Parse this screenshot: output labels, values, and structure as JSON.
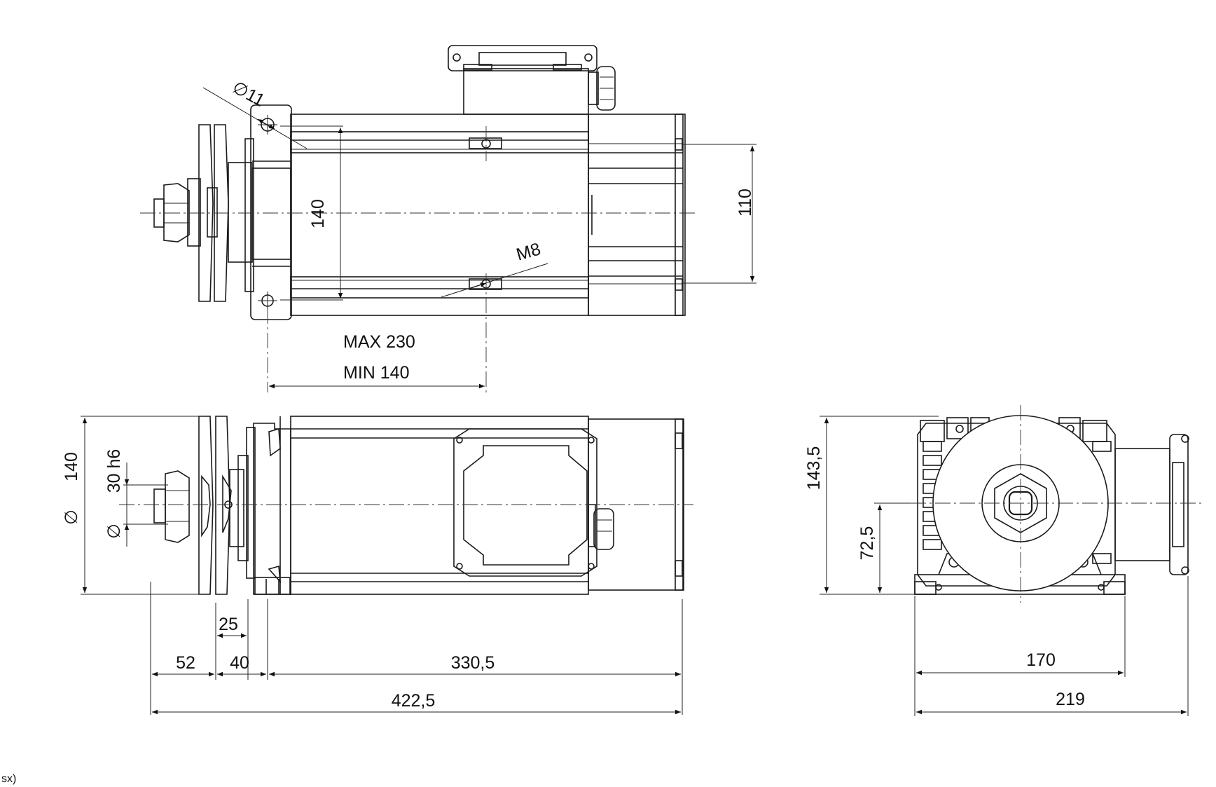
{
  "views": {
    "top": {
      "hole_dia": "∅11",
      "height_140": "140",
      "dim_110": "110",
      "thread": "M8",
      "max": "MAX 230",
      "min": "MIN 140"
    },
    "side": {
      "dia_140": "140",
      "dia_symbol_1": "∅",
      "shaft": "30 h6",
      "dia_symbol_2": "∅",
      "dim_25": "25",
      "dim_52": "52",
      "dim_40": "40",
      "dim_330": "330,5",
      "dim_422": "422,5"
    },
    "end": {
      "dim_143": "143,5",
      "dim_72": "72,5",
      "dim_170": "170",
      "dim_219": "219"
    }
  },
  "corner_note": "sx)"
}
